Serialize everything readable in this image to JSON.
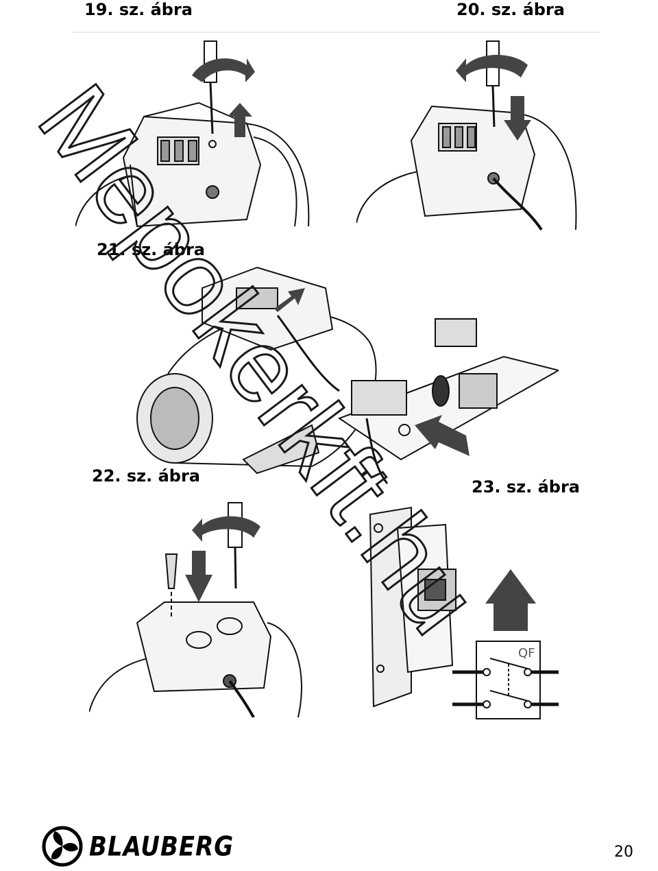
{
  "captions": {
    "fig19": "19. sz. ábra",
    "fig20": "20. sz. ábra",
    "fig21": "21. sz. ábra",
    "fig22": "22. sz. ábra",
    "fig23": "23. sz. ábra"
  },
  "switch_label": "QF",
  "watermark": "Mepokerkft.hu",
  "footer": {
    "brand": "BLAUBERG",
    "page_number": "20"
  },
  "icons": {
    "logo": "fan-logo-icon",
    "screwdriver": "screwdriver-icon",
    "arrow": "arrow-icon"
  }
}
